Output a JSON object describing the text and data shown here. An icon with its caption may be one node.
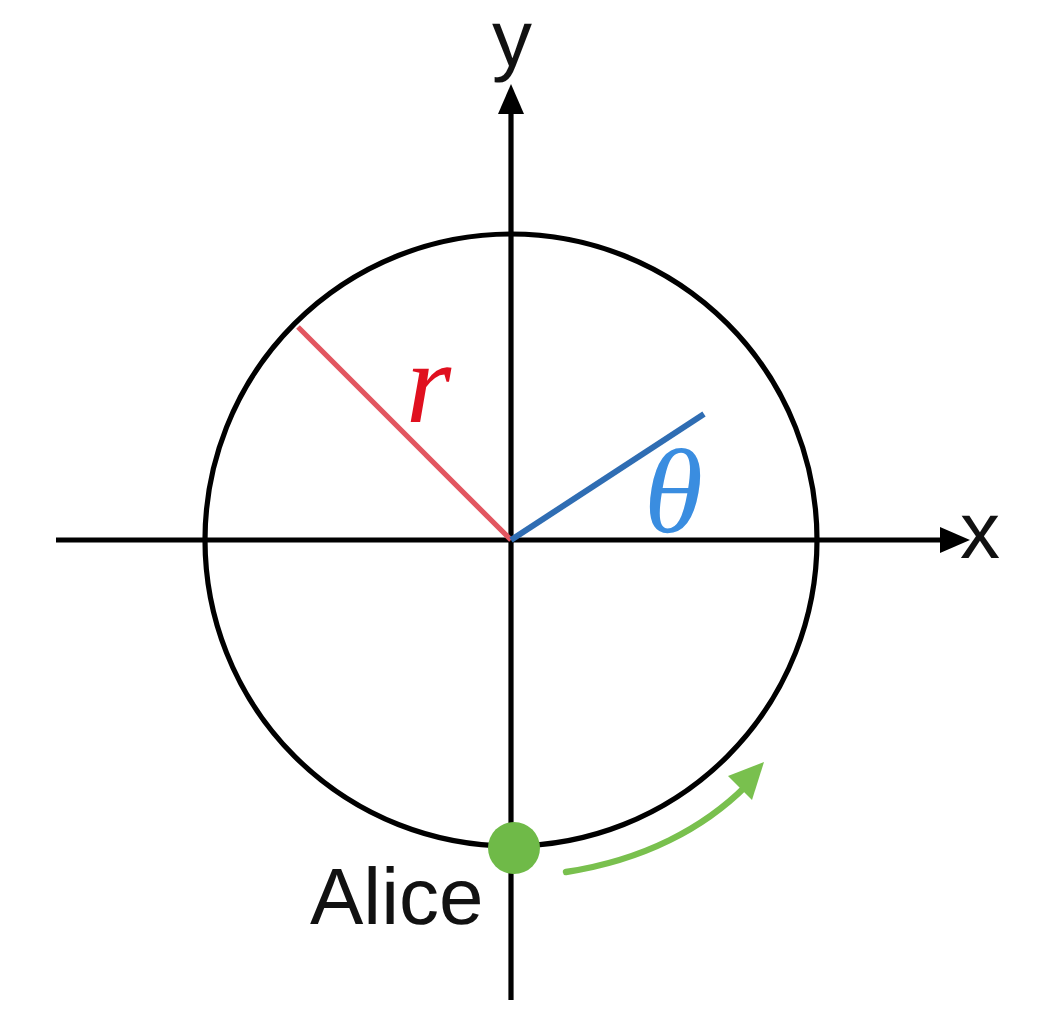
{
  "diagram": {
    "labels": [
      "y",
      "r",
      "θ",
      "x",
      "Alice"
    ]
  }
}
